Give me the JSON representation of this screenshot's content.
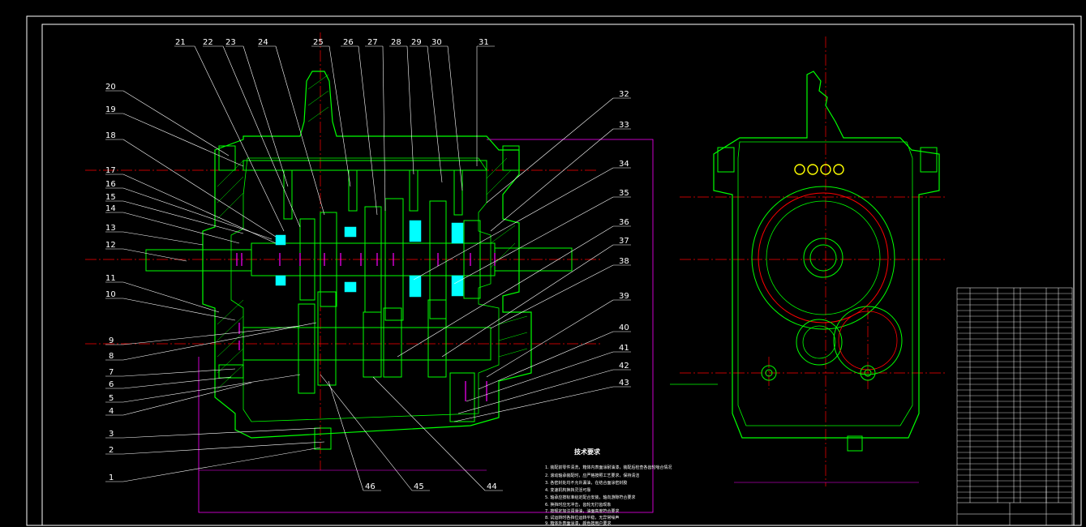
{
  "drawing": {
    "part_labels": [
      "1",
      "2",
      "3",
      "4",
      "5",
      "6",
      "7",
      "8",
      "9",
      "10",
      "11",
      "12",
      "13",
      "14",
      "15",
      "16",
      "17",
      "18",
      "19",
      "20",
      "21",
      "22",
      "23",
      "24",
      "25",
      "26",
      "27",
      "28",
      "29",
      "30",
      "31",
      "32",
      "33",
      "34",
      "35",
      "36",
      "37",
      "38",
      "39",
      "40",
      "41",
      "42",
      "43",
      "44",
      "45",
      "46"
    ],
    "tech_notes_title": "技术要求",
    "tech_notes": [
      "1. 装配前零件清洗，箱体内表面涂耐油漆，装配后检查各齿轮啮合情况",
      "2. 滚动轴承装配时，应严格按照工艺要求，保持清洁",
      "3. 各密封处均不允许漏油，在结合面涂密封胶",
      "4. 变速机构换挡灵活可靠",
      "5. 轴承应按标准给定配合安装，轴向游隙符合要求",
      "6. 换挡时应无冲击，齿轮无打齿现象",
      "7. 按规定加注润滑油，油面高度符合要求",
      "8. 试运转时各挡位运转平稳，无异常噪声",
      "9. 箱体外表面涂漆，颜色按用户要求"
    ]
  },
  "colors": {
    "background": "#000000",
    "outline": "#00ff00",
    "centerline": "#ff0000",
    "dimension": "#ff00ff",
    "label": "#ffffff",
    "hatch": "#ffff00",
    "accent": "#00ffff"
  }
}
